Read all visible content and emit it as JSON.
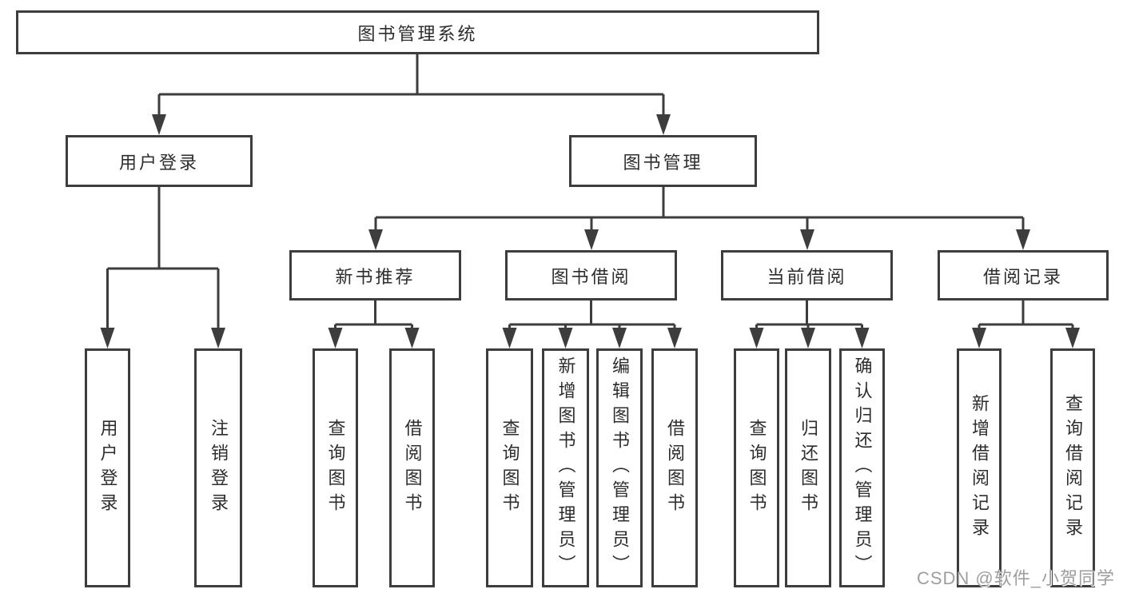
{
  "tree": {
    "label": "图书管理系统",
    "children": [
      {
        "label": "用户登录",
        "children": [
          {
            "label": "用户登录"
          },
          {
            "label": "注销登录"
          }
        ]
      },
      {
        "label": "图书管理",
        "children": [
          {
            "label": "新书推荐",
            "children": [
              {
                "label": "查询图书"
              },
              {
                "label": "借阅图书"
              }
            ]
          },
          {
            "label": "图书借阅",
            "children": [
              {
                "label": "查询图书"
              },
              {
                "label": "新增图书（管理员）"
              },
              {
                "label": "编辑图书（管理员）"
              },
              {
                "label": "借阅图书"
              }
            ]
          },
          {
            "label": "当前借阅",
            "children": [
              {
                "label": "查询图书"
              },
              {
                "label": "归还图书"
              },
              {
                "label": "确认归还（管理员）"
              }
            ]
          },
          {
            "label": "借阅记录",
            "children": [
              {
                "label": "新增借阅记录"
              },
              {
                "label": "查询借阅记录"
              }
            ]
          }
        ]
      }
    ]
  },
  "watermark": "CSDN @软件_小贺同学",
  "colors": {
    "line": "#3d3d3d",
    "box_border": "#3d3d3d",
    "box_fill": "#ffffff",
    "text": "#2d2d2d",
    "watermark": "#9e9e9e",
    "background": "#ffffff"
  }
}
